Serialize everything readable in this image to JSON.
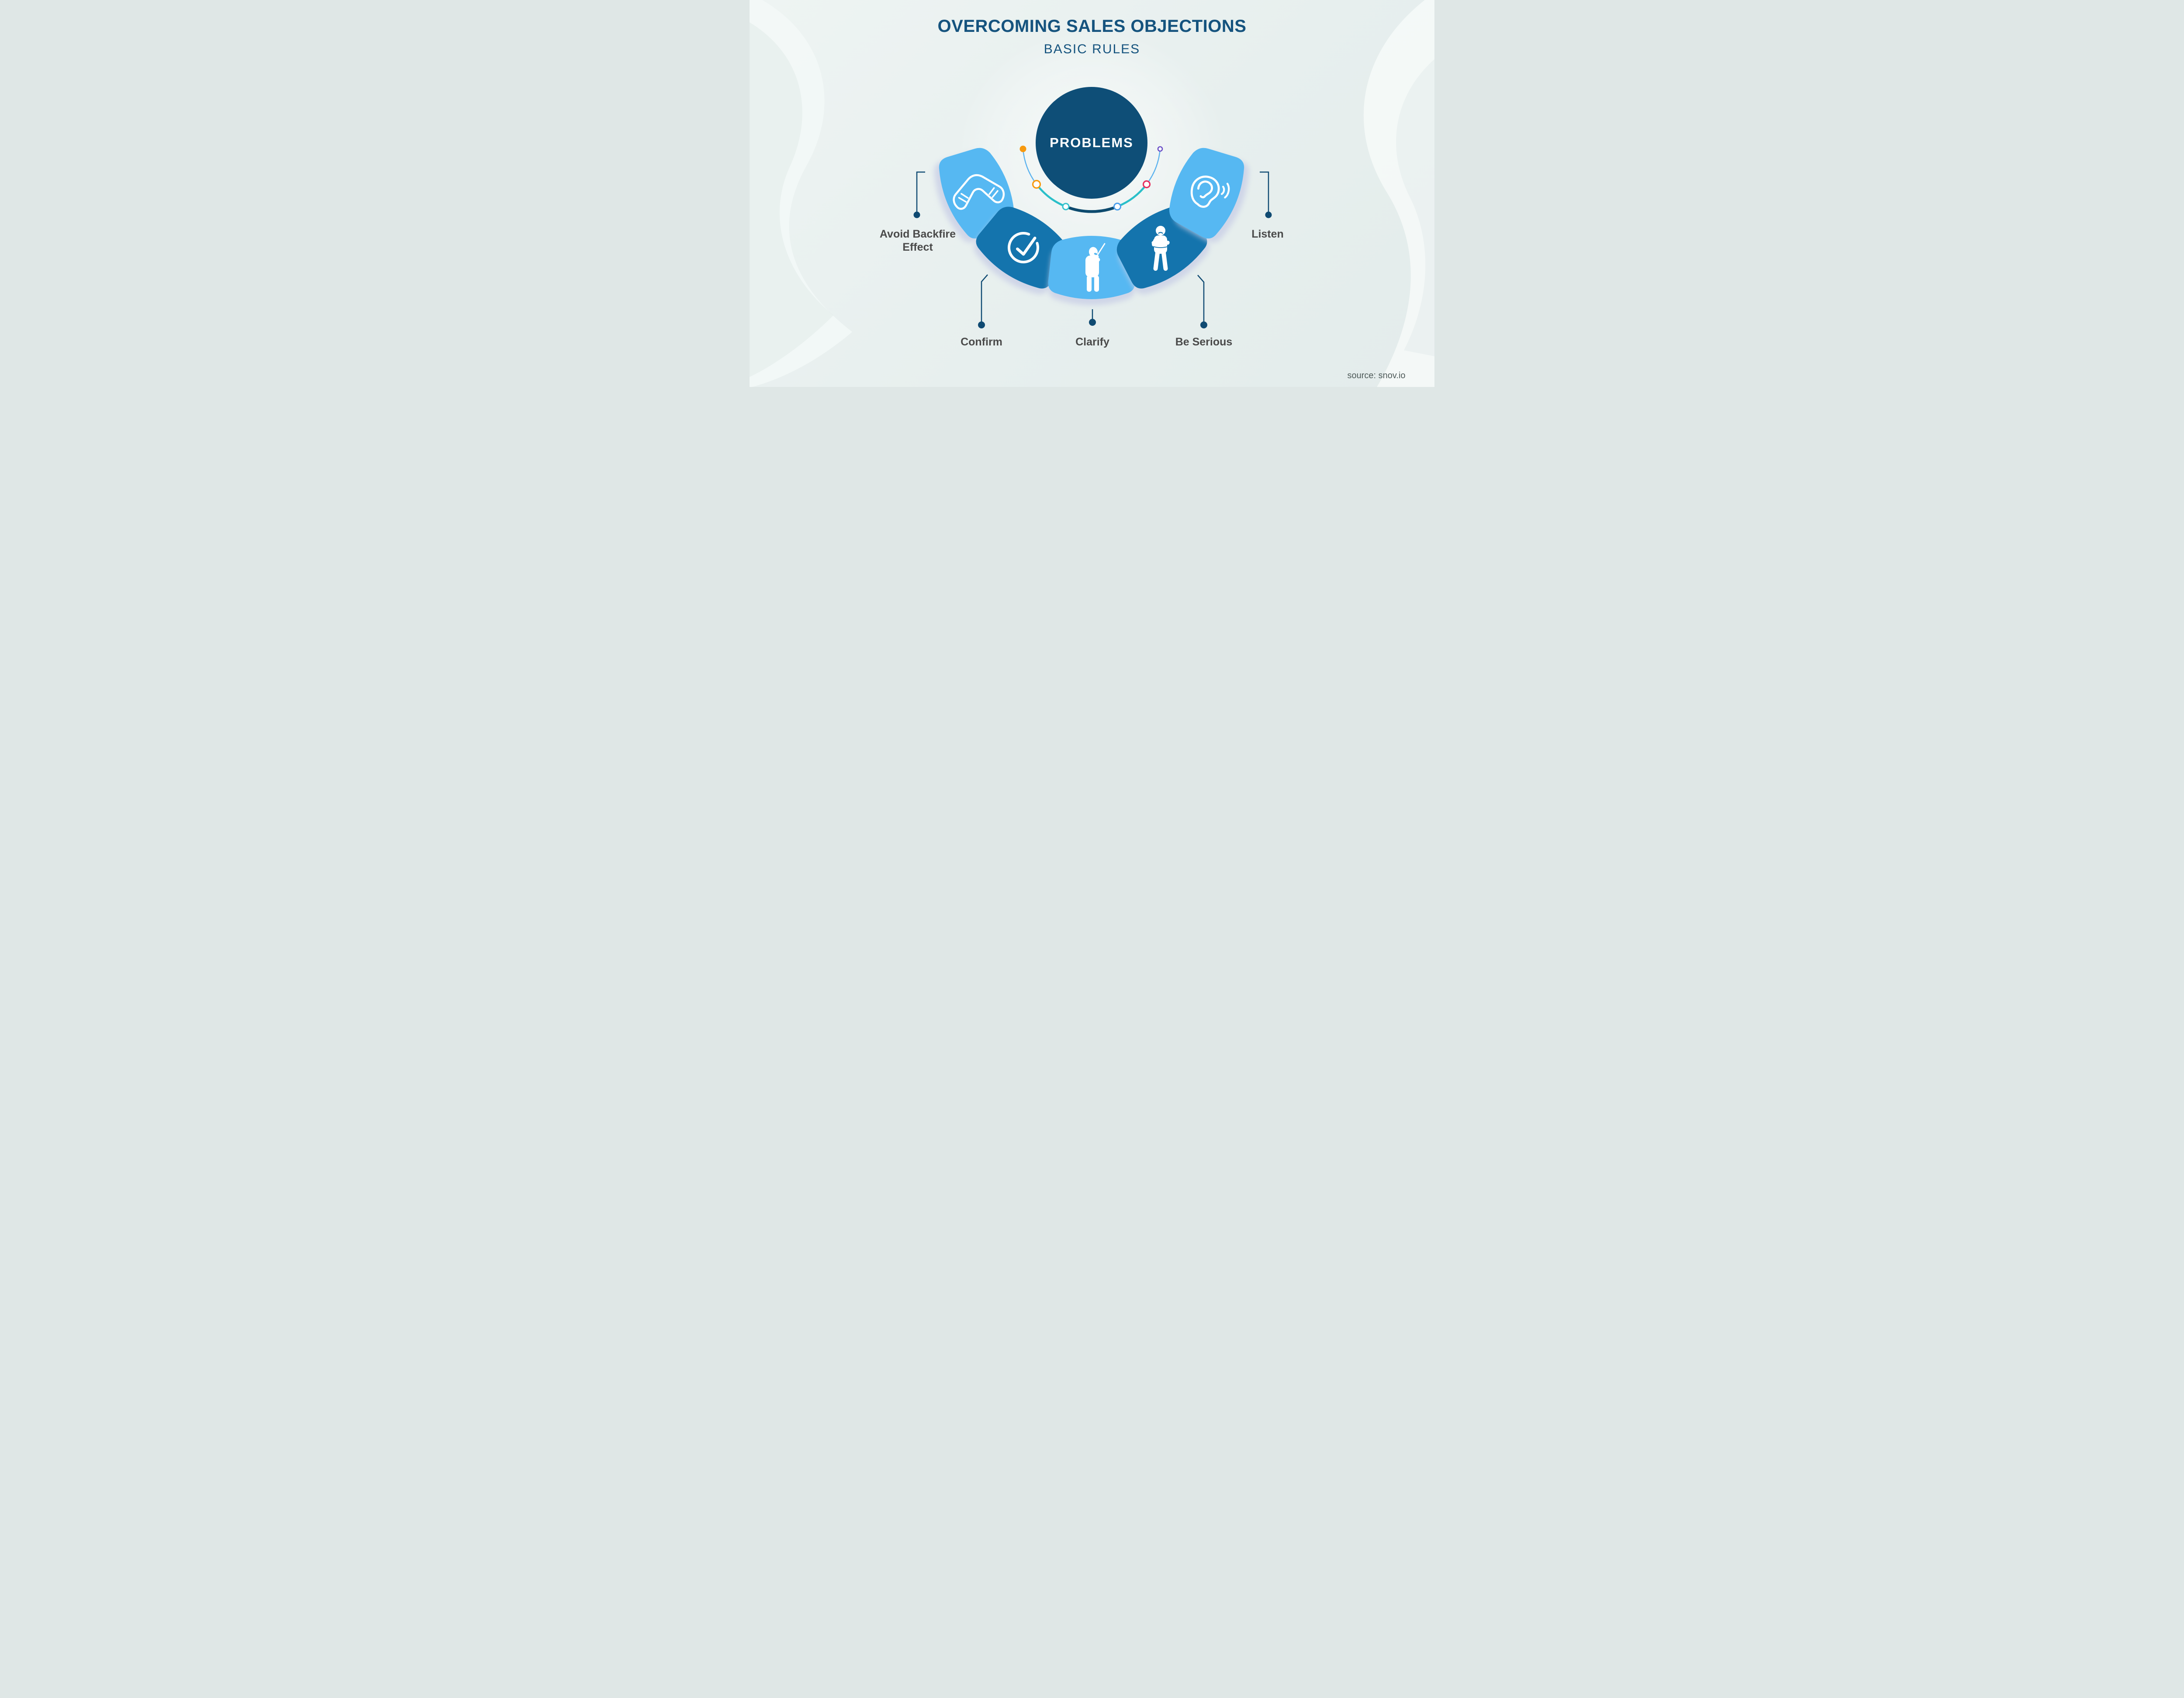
{
  "header": {
    "title": "OVERCOMING SALES OBJECTIONS",
    "subtitle": "BASIC RULES"
  },
  "center": {
    "label": "PROBLEMS"
  },
  "petals": [
    {
      "name": "avoid-backfire-effect",
      "label": "Avoid Backfire Effect",
      "label_lines": [
        "Avoid Backfire",
        "Effect"
      ],
      "icon": "boomerang-icon",
      "fill": "#56b8f2"
    },
    {
      "name": "confirm",
      "label": "Confirm",
      "icon": "check-circle-icon",
      "fill": "#1474ad"
    },
    {
      "name": "clarify",
      "label": "Clarify",
      "icon": "presenter-icon",
      "fill": "#56b8f2"
    },
    {
      "name": "be-serious",
      "label": "Be Serious",
      "icon": "person-crossed-arms-icon",
      "fill": "#1474ad"
    },
    {
      "name": "listen",
      "label": "Listen",
      "icon": "ear-icon",
      "fill": "#56b8f2"
    }
  ],
  "arc": {
    "segment_colors": {
      "light_blue": "#5cb2ee",
      "teal": "#2abfc9",
      "navy": "#0d4a6e"
    },
    "marker_colors": {
      "orange": "#f7990f",
      "teal": "#35c2cd",
      "blue": "#4a9fec",
      "pink": "#e6315f",
      "purple": "#6a4ec6"
    }
  },
  "footer": {
    "source": "source: snov.io"
  },
  "colors": {
    "background": "#e9efee",
    "circle": "#0e4e77",
    "title": "#15537e",
    "label": "#4a4a4a",
    "connector": "#0f4a72",
    "petal_light": "#56b8f2",
    "petal_dark": "#1474ad",
    "shadow": "#c9cfe6"
  }
}
